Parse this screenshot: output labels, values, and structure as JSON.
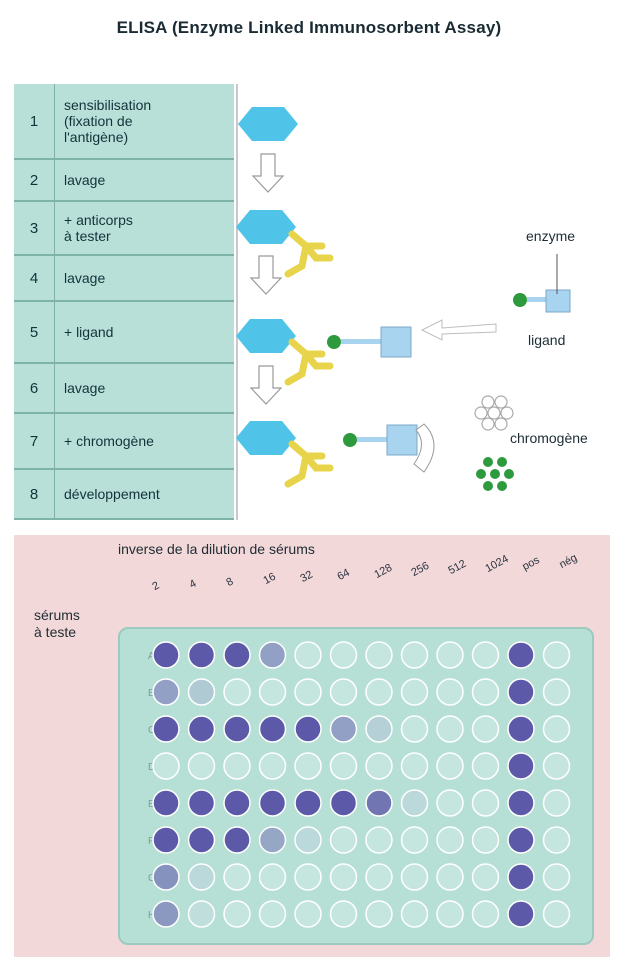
{
  "title": "ELISA (Enzyme Linked Immunosorbent Assay)",
  "steps": [
    {
      "number": "1",
      "label": "sensibilisation\n(fixation de\nl'antigène)"
    },
    {
      "number": "2",
      "label": "lavage"
    },
    {
      "number": "3",
      "label": "+ anticorps\nà tester"
    },
    {
      "number": "4",
      "label": "lavage"
    },
    {
      "number": "5",
      "label": "+ ligand"
    },
    {
      "number": "6",
      "label": "lavage"
    },
    {
      "number": "7",
      "label": "+ chromogène"
    },
    {
      "number": "8",
      "label": "développement"
    }
  ],
  "diagram_labels": {
    "enzyme": "enzyme",
    "ligand": "ligand",
    "chromogene": "chromogène"
  },
  "plate": {
    "header": "inverse de la dilution de sérums",
    "sera_label": "sérums\nà teste",
    "columns": [
      "2",
      "4",
      "8",
      "16",
      "32",
      "64",
      "128",
      "256",
      "512",
      "1024",
      "pos",
      "nég"
    ],
    "rows": [
      "A",
      "B",
      "C",
      "D",
      "E",
      "F",
      "G",
      "H"
    ],
    "intensities": [
      [
        1,
        1,
        1,
        0.5,
        0,
        0,
        0,
        0,
        0,
        0,
        1,
        0
      ],
      [
        0.5,
        0.2,
        0,
        0,
        0,
        0,
        0,
        0,
        0,
        0,
        1,
        0
      ],
      [
        1,
        1,
        1,
        1,
        1,
        0.5,
        0.15,
        0,
        0,
        0,
        1,
        0
      ],
      [
        0,
        0,
        0,
        0,
        0,
        0,
        0,
        0,
        0,
        0,
        1,
        0
      ],
      [
        1,
        1,
        1,
        1,
        1,
        1,
        0.8,
        0.1,
        0,
        0,
        1,
        0
      ],
      [
        1,
        1,
        1,
        0.45,
        0.1,
        0,
        0,
        0,
        0,
        0,
        1,
        0
      ],
      [
        0.6,
        0.1,
        0,
        0,
        0,
        0,
        0,
        0,
        0,
        0,
        1,
        0
      ],
      [
        0.55,
        0.05,
        0,
        0,
        0,
        0,
        0,
        0,
        0,
        0,
        1,
        0
      ]
    ]
  },
  "colors": {
    "antigen": "#4fc3e8",
    "antibody": "#e8d44a",
    "enzyme_dot": "#2e9a3e",
    "ligand_box": "#a9d4f0",
    "well_positive": "#5c5aa8",
    "well_empty": "#c5e6df",
    "step_bg": "#b8e0d8",
    "panel_pink": "#f3d8d9"
  }
}
